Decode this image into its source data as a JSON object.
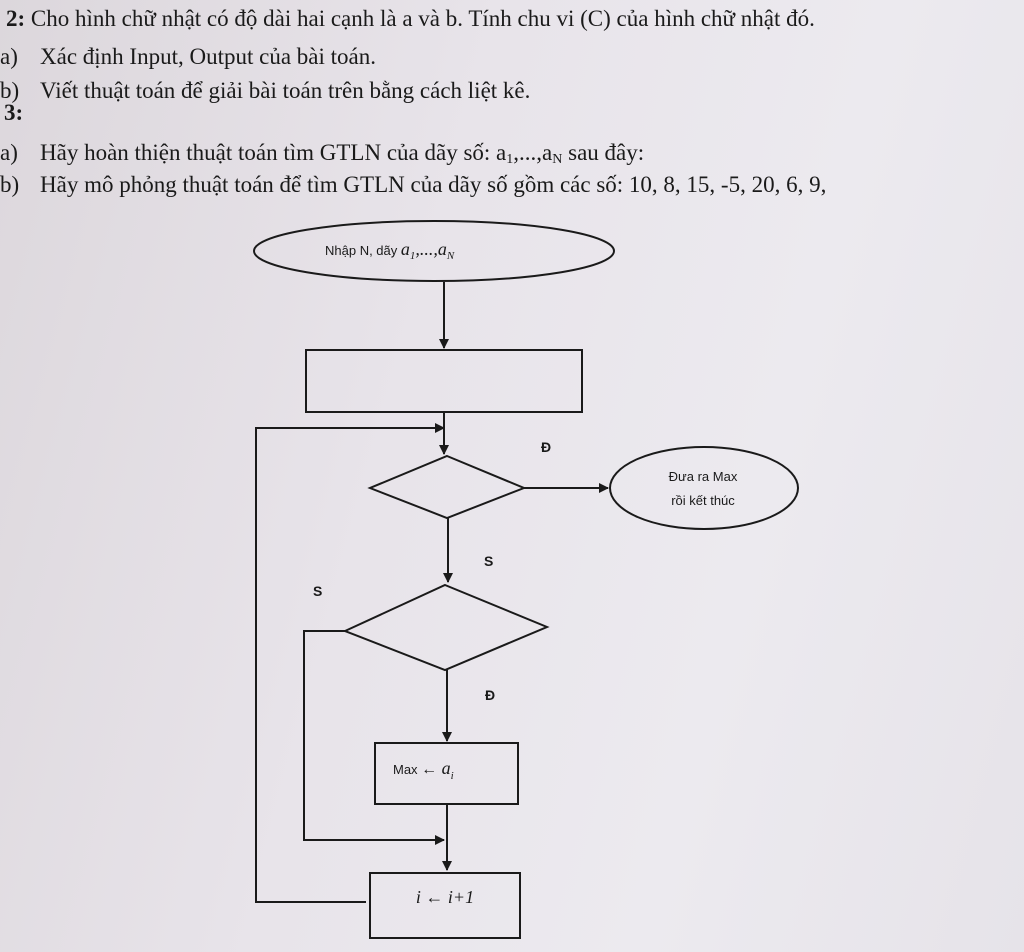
{
  "questions": {
    "q2": {
      "number": "2:",
      "text": "Cho hình chữ nhật có độ dài hai cạnh là a và b. Tính chu vi (C) của hình chữ nhật đó.",
      "a_label": "a)",
      "a_text": "Xác định Input, Output của bài toán.",
      "b_label": "b)",
      "b_text": "Viết thuật toán để giải bài toán trên bằng cách liệt kê."
    },
    "q3": {
      "number": "3:",
      "a_label": "a)",
      "a_text_1": "Hãy hoàn thiện thuật toán tìm GTLN của dãy số: a",
      "a_sub_1": "1",
      "a_text_2": ",...,a",
      "a_sub_2": "N",
      "a_text_3": " sau đây:",
      "b_label": "b)",
      "b_text": "Hãy mô phỏng thuật toán để tìm GTLN của dãy số gồm các số: 10, 8, 15, -5, 20, 6, 9,"
    }
  },
  "flowchart": {
    "start": {
      "prefix": "Nhập N,  dãy ",
      "var_a": "a",
      "sub_1": "1",
      "sep": ",...,",
      "var_a2": "a",
      "sub_n": "N"
    },
    "end": {
      "line1": "Đưa ra Max",
      "line2": "rồi kết thúc"
    },
    "labels": {
      "yes_top": "Đ",
      "no_mid": "S",
      "no_left": "S",
      "yes_bottom": "Đ"
    },
    "assign": {
      "prefix": "Max ",
      "arrow": "←",
      "var": " a",
      "sub": "i"
    },
    "increment": {
      "text": "i ← i+1"
    }
  }
}
